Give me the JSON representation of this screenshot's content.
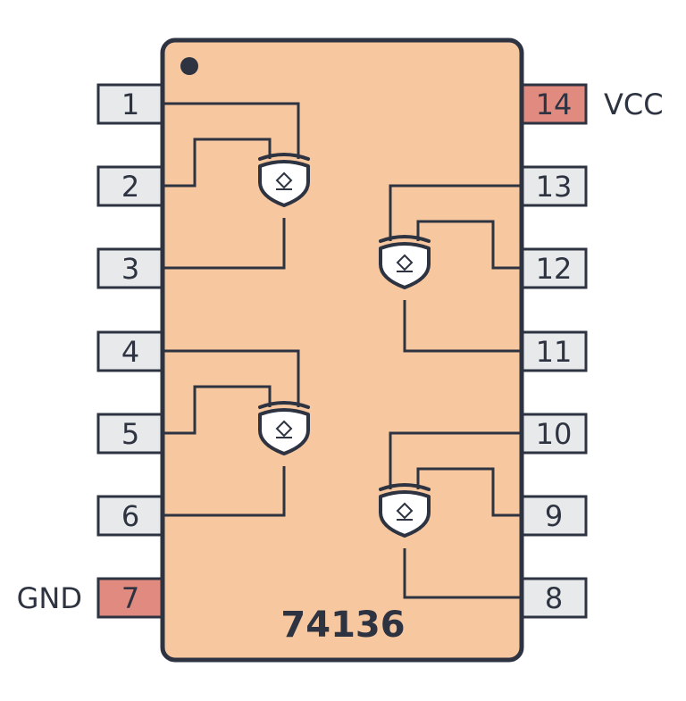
{
  "chip": {
    "part_number": "74136"
  },
  "pins": {
    "p1": {
      "number": "1"
    },
    "p2": {
      "number": "2"
    },
    "p3": {
      "number": "3"
    },
    "p4": {
      "number": "4"
    },
    "p5": {
      "number": "5"
    },
    "p6": {
      "number": "6"
    },
    "p7": {
      "number": "7",
      "label": "GND"
    },
    "p8": {
      "number": "8"
    },
    "p9": {
      "number": "9"
    },
    "p10": {
      "number": "10"
    },
    "p11": {
      "number": "11"
    },
    "p12": {
      "number": "12"
    },
    "p13": {
      "number": "13"
    },
    "p14": {
      "number": "14",
      "label": "VCC"
    }
  },
  "gates": [
    {
      "type": "XOR",
      "output": "open-collector"
    },
    {
      "type": "XOR",
      "output": "open-collector"
    },
    {
      "type": "XOR",
      "output": "open-collector"
    },
    {
      "type": "XOR",
      "output": "open-collector"
    }
  ],
  "colors": {
    "chip_body": "#f7c8a0",
    "outline": "#2d3340",
    "pin_fill": "#e8e9eb",
    "power_pin_fill": "#e08a80",
    "gate_fill": "#ffffff"
  }
}
